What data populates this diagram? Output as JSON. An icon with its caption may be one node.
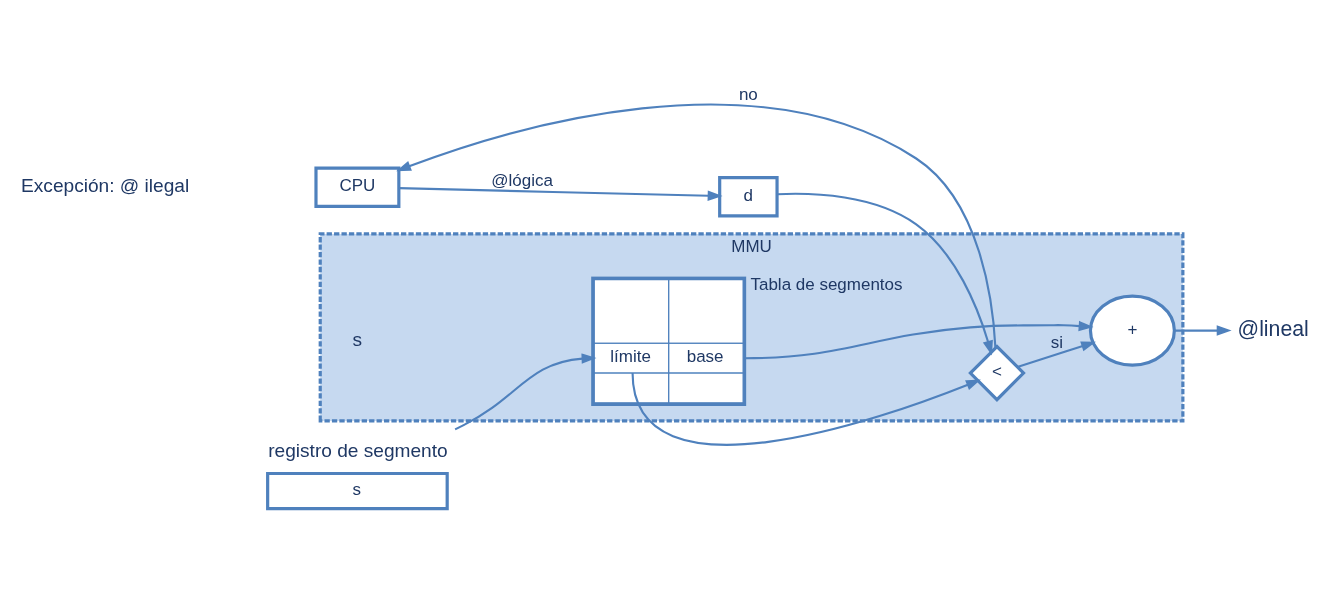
{
  "diagram": {
    "nodes": [
      {
        "text": [
          "MMU"
        ]
      },
      {
        "text": [
          "Tabla de segmentos",
          "límite",
          "base"
        ],
        "in": 0
      },
      {
        "text": [
          "<"
        ],
        "in": 0
      },
      {
        "text": [
          "+"
        ],
        "in": 0
      },
      {
        "text": [
          "s"
        ],
        "beside": [
          "registro de segmento"
        ]
      },
      {
        "text": [
          "CPU"
        ]
      },
      {
        "text": [
          "d"
        ]
      },
      {
        "text": [
          "@lineal"
        ]
      }
    ],
    "edges": [
      {
        "from": 4,
        "to": 1,
        "arrow": "to"
      },
      {
        "from": 5,
        "to": 6,
        "arrow": "to",
        "label": "@lógica"
      },
      {
        "from": 6,
        "to": 2,
        "arrow": "to"
      },
      {
        "from": 1,
        "to": 2,
        "arrow": "to"
      },
      {
        "from": 1,
        "to": 3,
        "arrow": "to"
      },
      {
        "from": 2,
        "to": 3,
        "arrow": "to",
        "label": "si"
      },
      {
        "from": 3,
        "to": 7,
        "arrow": "to"
      },
      {
        "from": 2,
        "to": 5,
        "arrow": "to",
        "label": "no"
      }
    ],
    "labels": [
      "s",
      "Excepción: @ ilegal"
    ]
  }
}
